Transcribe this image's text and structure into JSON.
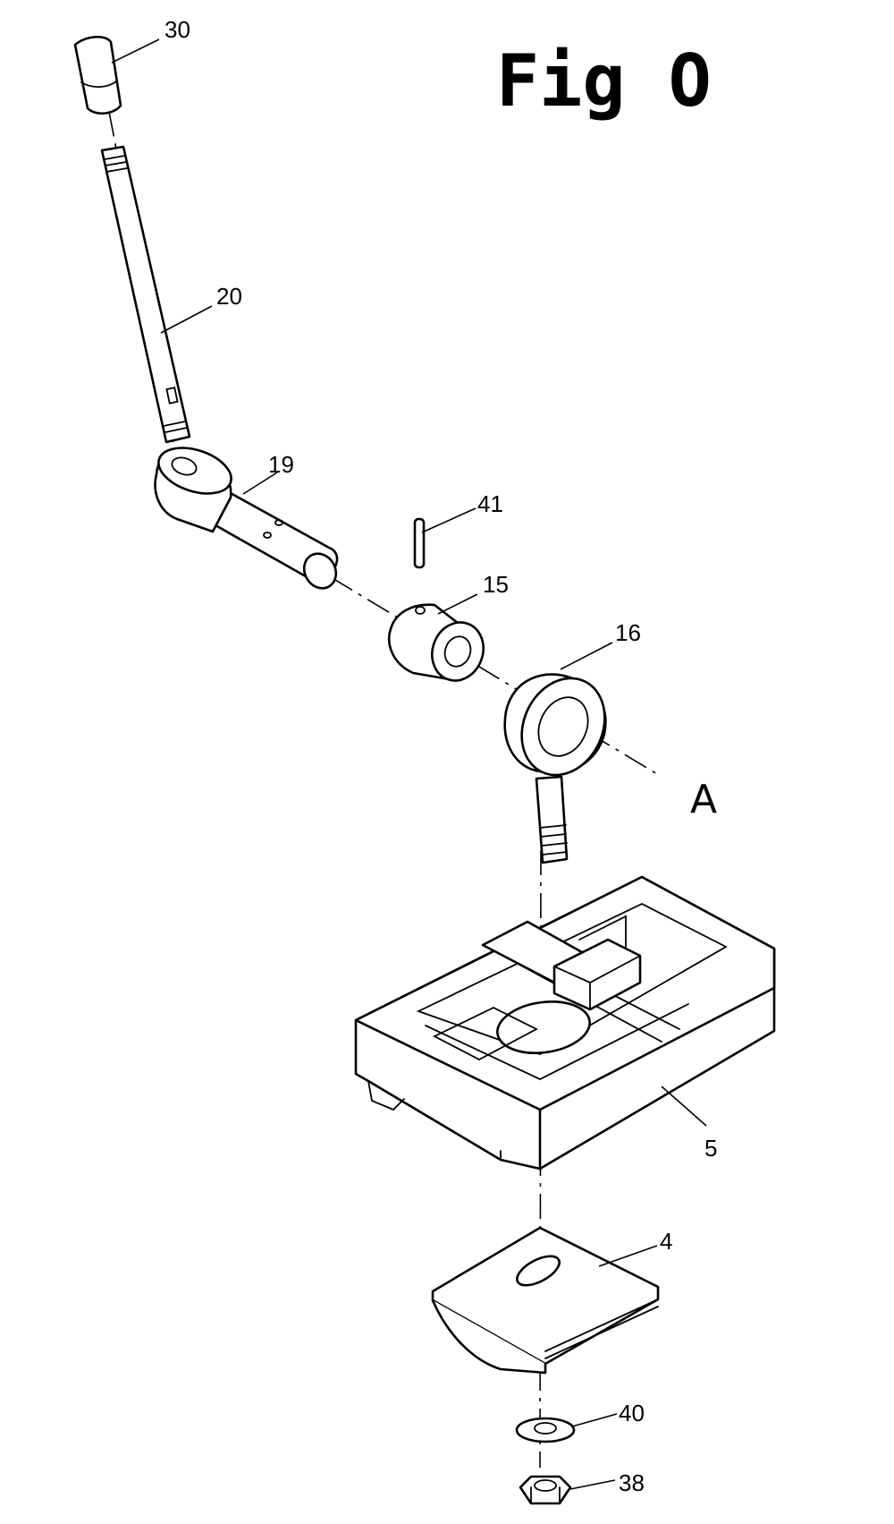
{
  "figure": {
    "title": "Fig O",
    "axis_label": "A",
    "callouts": [
      "30",
      "20",
      "19",
      "41",
      "15",
      "16",
      "5",
      "4",
      "40",
      "38"
    ]
  }
}
